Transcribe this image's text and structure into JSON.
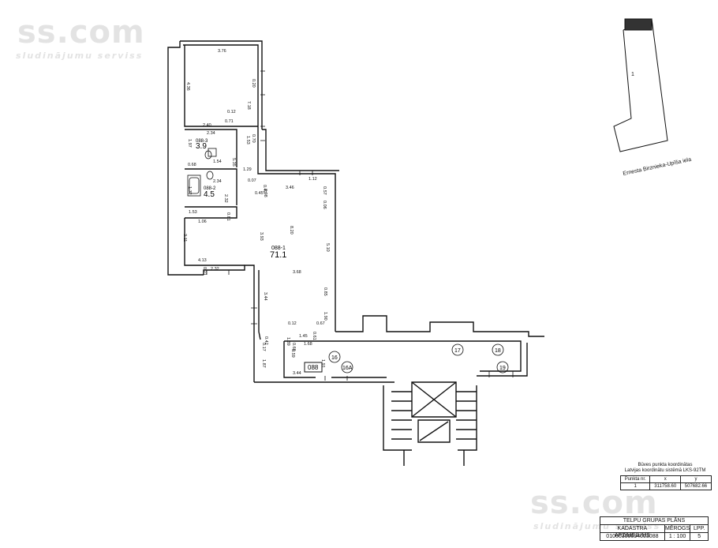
{
  "watermark": {
    "site": "ss.com",
    "tagline": "sludinājumu serviss"
  },
  "plan": {
    "dimensions": [
      "3.76",
      "4.36",
      "7.18",
      "0.20",
      "0.70",
      "0.12",
      "2.40",
      "0.71",
      "2.34",
      "1.53",
      "1.97",
      "5.35",
      "1.54",
      "1.29",
      "0.68",
      "1.72",
      "2.34",
      "2.32",
      "0.07",
      "3.46",
      "1.12",
      "0.57",
      "0.06",
      "0.42",
      "0.45",
      "0.98",
      "1.53",
      "0.81",
      "1.06",
      "3.11",
      "3.93",
      "8.20",
      "5.10",
      "4.13",
      "2.32",
      "0.21",
      "3.68",
      "0.85",
      "3.44",
      "1.90",
      "0.12",
      "0.67",
      "1.39",
      "0.60",
      "1.45",
      "0.61",
      "0.59",
      "1.68",
      "0.42",
      "0.17",
      "1.87",
      "1.91",
      "3.44"
    ],
    "rooms": [
      {
        "id": "088-3",
        "area": "3.9"
      },
      {
        "id": "088-2",
        "area": "4.5"
      },
      {
        "id": "088-1",
        "area": "71.1"
      }
    ],
    "group_label": "088",
    "markers": [
      "16",
      "16A",
      "17",
      "18",
      "19"
    ]
  },
  "location": {
    "street": "Ernesta Birznieka-Upīša iela",
    "building_mark": "1"
  },
  "coords_table": {
    "title_line1": "Būves punkta koordinātas",
    "title_line2": "Latvijas koordinātu sistēmā LKS-92TM",
    "headers": [
      "Punkta nr.",
      "x",
      "y"
    ],
    "rows": [
      [
        "1",
        "311758.60",
        "507682.66"
      ]
    ]
  },
  "title_block": {
    "title": "TELPU GRUPAS PLĀNS",
    "headers": [
      "KADASTRA APZĪMĒJUMS",
      "MĒROGS",
      "LPP."
    ],
    "values": [
      "01000300094003088",
      "1 : 100",
      "5"
    ]
  }
}
